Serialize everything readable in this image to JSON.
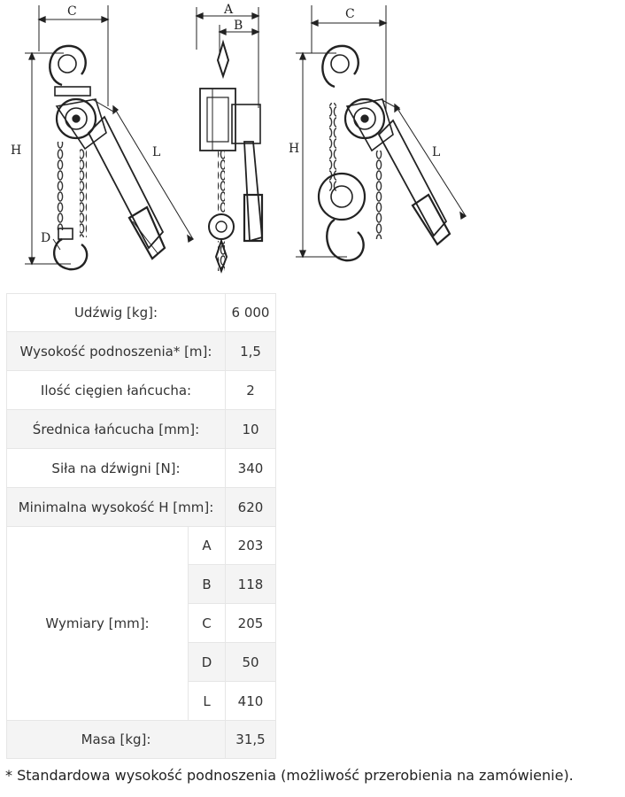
{
  "diagram": {
    "labels": {
      "C_left": "C",
      "H_left": "H",
      "L_left": "L",
      "D": "D",
      "A": "A",
      "B": "B",
      "C_right": "C",
      "H_right": "H",
      "L_right": "L"
    }
  },
  "table": {
    "rows": [
      {
        "label": "Udźwig [kg]:",
        "value": "6 000"
      },
      {
        "label": "Wysokość podnoszenia* [m]:",
        "value": "1,5"
      },
      {
        "label": "Ilość cięgien łańcucha:",
        "value": "2"
      },
      {
        "label": "Średnica łańcucha [mm]:",
        "value": "10"
      },
      {
        "label": "Siła na dźwigni [N]:",
        "value": "340"
      },
      {
        "label": "Minimalna wysokość H [mm]:",
        "value": "620"
      }
    ],
    "dimensions": {
      "label": "Wymiary [mm]:",
      "items": [
        {
          "key": "A",
          "value": "203"
        },
        {
          "key": "B",
          "value": "118"
        },
        {
          "key": "C",
          "value": "205"
        },
        {
          "key": "D",
          "value": "50"
        },
        {
          "key": "L",
          "value": "410"
        }
      ]
    },
    "mass": {
      "label": "Masa [kg]:",
      "value": "31,5"
    }
  },
  "footnote": "* Standardowa wysokość podnoszenia (możliwość przerobienia na zamówienie)."
}
